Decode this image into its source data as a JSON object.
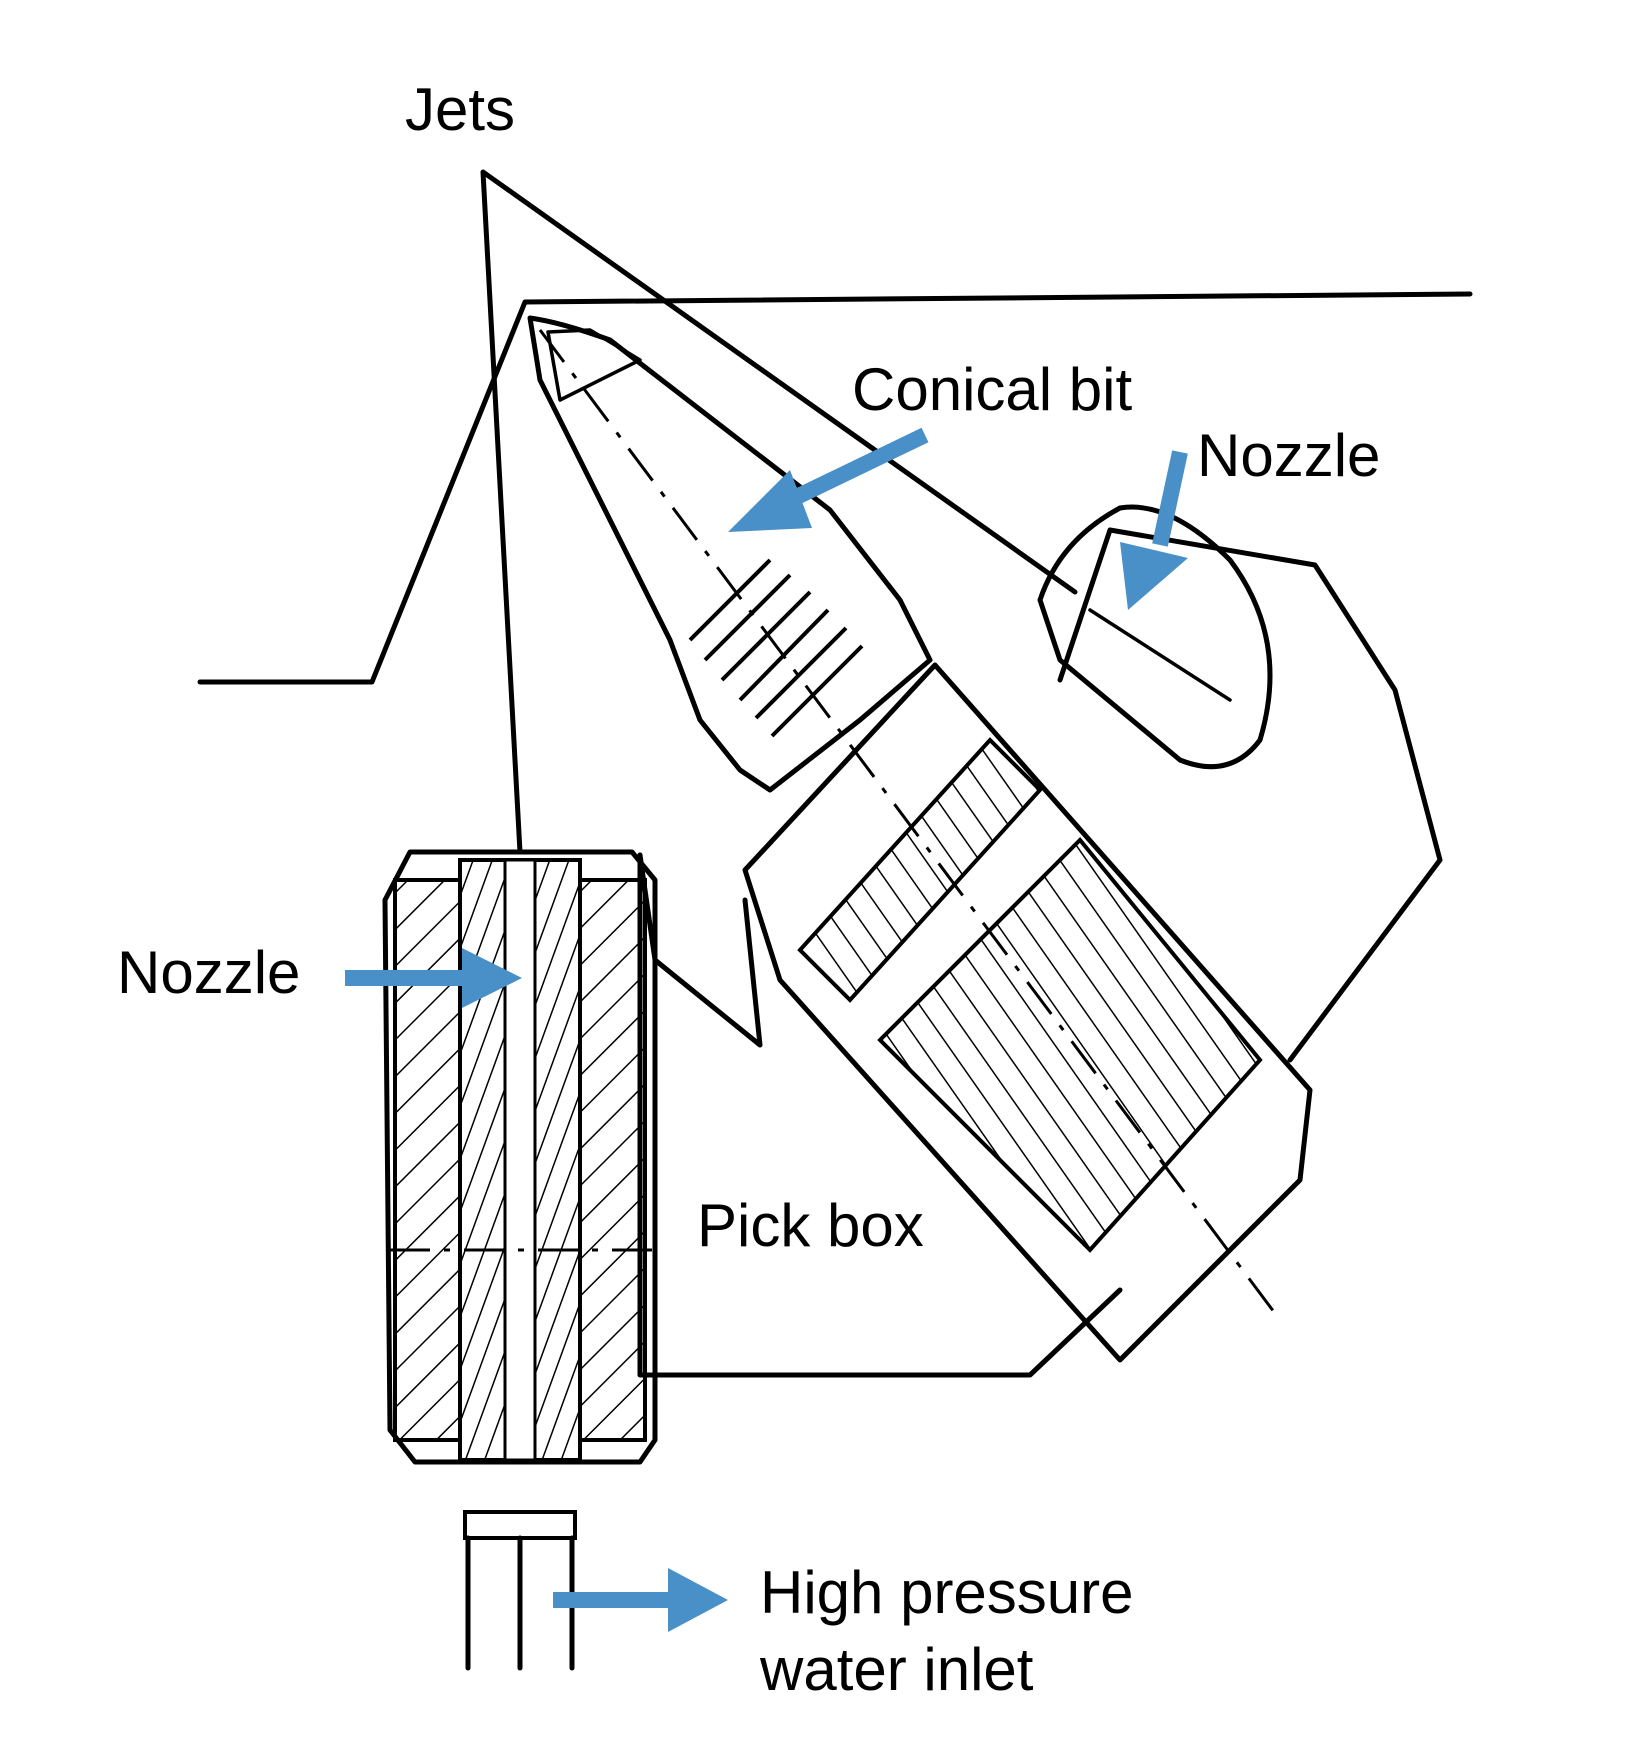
{
  "labels": {
    "jets": "Jets",
    "conical_bit": "Conical bit",
    "nozzle_top": "Nozzle",
    "nozzle_left": "Nozzle",
    "pick_box": "Pick box",
    "water_inlet_line1": "High pressure",
    "water_inlet_line2": "water inlet"
  },
  "colors": {
    "arrow": "#4a90c8",
    "line": "#000000",
    "background": "#ffffff"
  }
}
